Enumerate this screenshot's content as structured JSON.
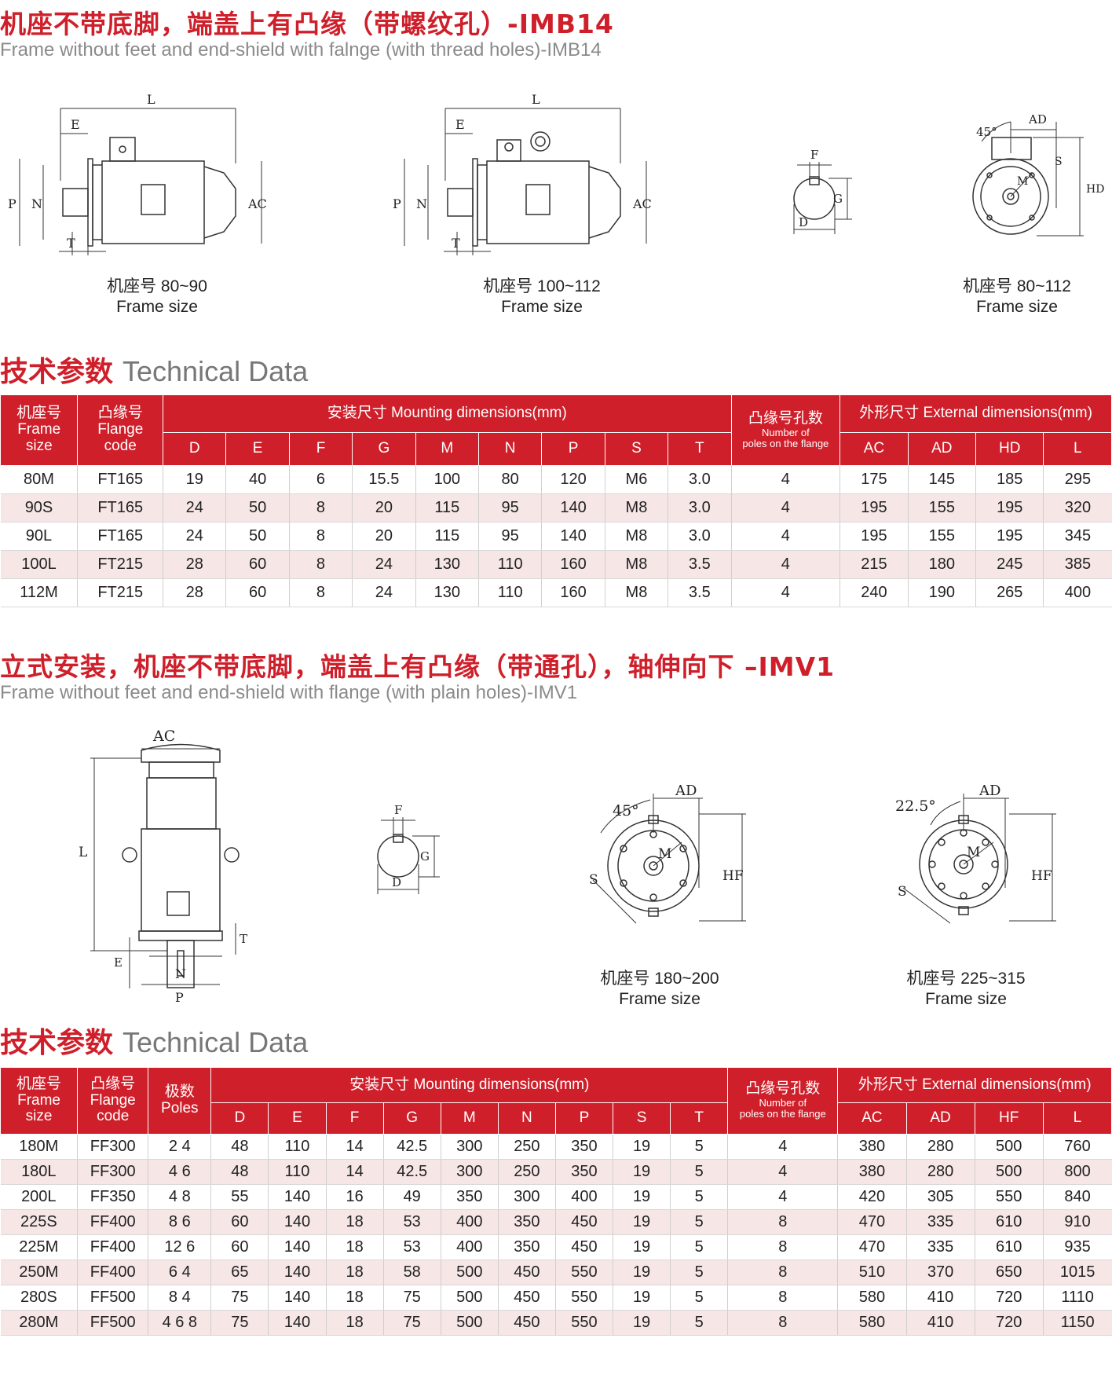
{
  "section1": {
    "title_cn": "机座不带底脚，端盖上有凸缘（带螺纹孔）-IMB14",
    "title_en": "Frame without feet and end-shield with falnge (with thread holes)-IMB14",
    "captions": [
      {
        "cn": "机座号 80~90",
        "en": "Frame size"
      },
      {
        "cn": "机座号 100~112",
        "en": "Frame size"
      },
      {
        "cn": "机座号 80~112",
        "en": "Frame size"
      }
    ],
    "drawing_labels": {
      "L": "L",
      "E": "E",
      "P": "P",
      "N": "N",
      "T": "T",
      "AC": "AC",
      "F": "F",
      "G": "G",
      "D": "D",
      "AD": "AD",
      "HD": "HD",
      "S": "S",
      "M": "M",
      "angle": "45°"
    }
  },
  "tech_title": {
    "cn": "技术参数",
    "en": "Technical  Data"
  },
  "table1": {
    "h_frame": [
      "机座号",
      "Frame",
      "size"
    ],
    "h_flange": [
      "凸缘号",
      "Flange",
      "code"
    ],
    "h_mount": "安装尺寸 Mounting dimensions(mm)",
    "h_holes_cn": "凸缘号孔数",
    "h_holes_en": [
      "Number of",
      "poles on the flange"
    ],
    "h_ext": "外形尺寸 External dimensions(mm)",
    "sub": [
      "D",
      "E",
      "F",
      "G",
      "M",
      "N",
      "P",
      "S",
      "T",
      "AC",
      "AD",
      "HD",
      "L"
    ],
    "rows": [
      [
        "80M",
        "FT165",
        "19",
        "40",
        "6",
        "15.5",
        "100",
        "80",
        "120",
        "M6",
        "3.0",
        "4",
        "175",
        "145",
        "185",
        "295"
      ],
      [
        "90S",
        "FT165",
        "24",
        "50",
        "8",
        "20",
        "115",
        "95",
        "140",
        "M8",
        "3.0",
        "4",
        "195",
        "155",
        "195",
        "320"
      ],
      [
        "90L",
        "FT165",
        "24",
        "50",
        "8",
        "20",
        "115",
        "95",
        "140",
        "M8",
        "3.0",
        "4",
        "195",
        "155",
        "195",
        "345"
      ],
      [
        "100L",
        "FT215",
        "28",
        "60",
        "8",
        "24",
        "130",
        "110",
        "160",
        "M8",
        "3.5",
        "4",
        "215",
        "180",
        "245",
        "385"
      ],
      [
        "112M",
        "FT215",
        "28",
        "60",
        "8",
        "24",
        "130",
        "110",
        "160",
        "M8",
        "3.5",
        "4",
        "240",
        "190",
        "265",
        "400"
      ]
    ]
  },
  "section2": {
    "title_cn": "立式安装，机座不带底脚，端盖上有凸缘（带通孔），轴伸向下 –IMV1",
    "title_en": "Frame without feet and end-shield with flange (with plain holes)-IMV1",
    "captions": [
      {
        "cn": "机座号 180~200",
        "en": "Frame size"
      },
      {
        "cn": "机座号 225~315",
        "en": "Frame size"
      }
    ],
    "drawing_labels": {
      "AC": "AC",
      "L": "L",
      "E": "E",
      "T": "T",
      "N": "N",
      "P": "P",
      "F": "F",
      "G": "G",
      "D": "D",
      "AD": "AD",
      "HF": "HF",
      "S": "S",
      "M": "M",
      "angle1": "45°",
      "angle2": "22.5°"
    }
  },
  "table2": {
    "h_frame": [
      "机座号",
      "Frame",
      "size"
    ],
    "h_flange": [
      "凸缘号",
      "Flange",
      "code"
    ],
    "h_poles": [
      "极数",
      "Poles"
    ],
    "h_mount": "安装尺寸 Mounting dimensions(mm)",
    "h_holes_cn": "凸缘号孔数",
    "h_holes_en": [
      "Number of",
      "poles on the flange"
    ],
    "h_ext": "外形尺寸 External dimensions(mm)",
    "sub": [
      "D",
      "E",
      "F",
      "G",
      "M",
      "N",
      "P",
      "S",
      "T",
      "AC",
      "AD",
      "HF",
      "L"
    ],
    "rows": [
      [
        "180M",
        "FF300",
        "2  4",
        "48",
        "110",
        "14",
        "42.5",
        "300",
        "250",
        "350",
        "19",
        "5",
        "4",
        "380",
        "280",
        "500",
        "760"
      ],
      [
        "180L",
        "FF300",
        "4  6",
        "48",
        "110",
        "14",
        "42.5",
        "300",
        "250",
        "350",
        "19",
        "5",
        "4",
        "380",
        "280",
        "500",
        "800"
      ],
      [
        "200L",
        "FF350",
        "4  8",
        "55",
        "140",
        "16",
        "49",
        "350",
        "300",
        "400",
        "19",
        "5",
        "4",
        "420",
        "305",
        "550",
        "840"
      ],
      [
        "225S",
        "FF400",
        "8  6",
        "60",
        "140",
        "18",
        "53",
        "400",
        "350",
        "450",
        "19",
        "5",
        "8",
        "470",
        "335",
        "610",
        "910"
      ],
      [
        "225M",
        "FF400",
        "12  6",
        "60",
        "140",
        "18",
        "53",
        "400",
        "350",
        "450",
        "19",
        "5",
        "8",
        "470",
        "335",
        "610",
        "935"
      ],
      [
        "250M",
        "FF400",
        "6  4",
        "65",
        "140",
        "18",
        "58",
        "500",
        "450",
        "550",
        "19",
        "5",
        "8",
        "510",
        "370",
        "650",
        "1015"
      ],
      [
        "280S",
        "FF500",
        "8  4",
        "75",
        "140",
        "18",
        "75",
        "500",
        "450",
        "550",
        "19",
        "5",
        "8",
        "580",
        "410",
        "720",
        "1110"
      ],
      [
        "280M",
        "FF500",
        "4  6  8",
        "75",
        "140",
        "18",
        "75",
        "500",
        "450",
        "550",
        "19",
        "5",
        "8",
        "580",
        "410",
        "720",
        "1150"
      ]
    ]
  },
  "colors": {
    "accent": "#cf1f2a",
    "row_alt": "#f7e6e6",
    "subtitle_gray": "#8a8a8a"
  }
}
